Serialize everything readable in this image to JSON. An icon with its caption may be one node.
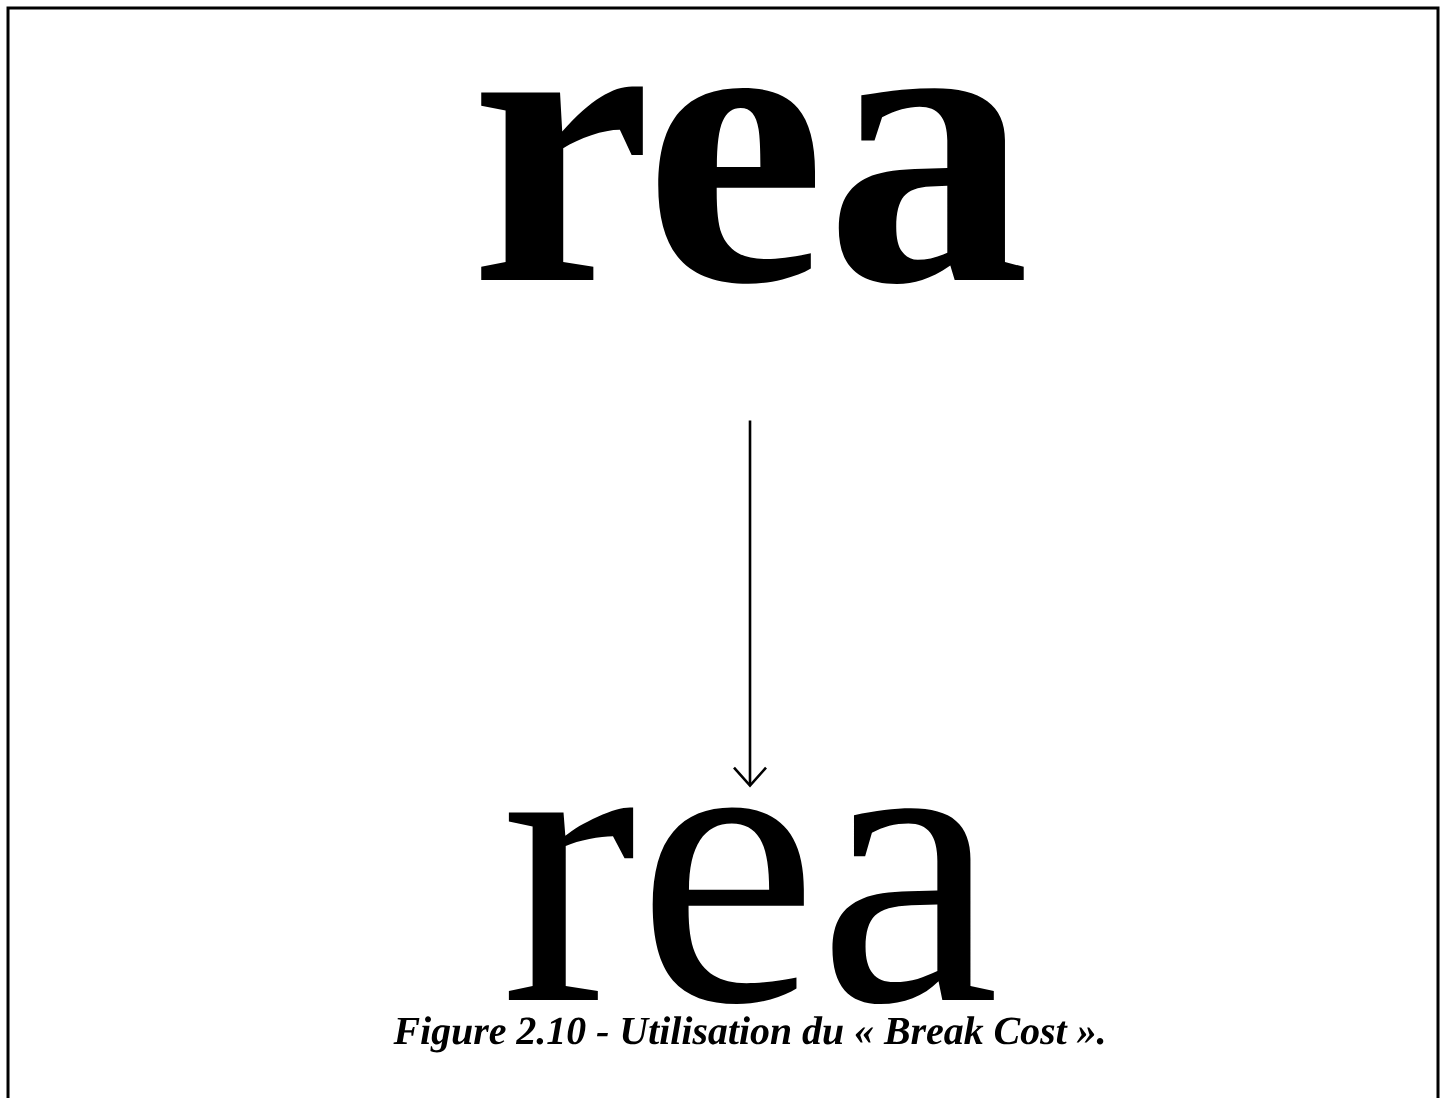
{
  "diagram": {
    "caption": "Figure 2.10 - Utilisation du « Break Cost ».",
    "nodes": [
      {
        "text": [
          "rea"
        ]
      },
      {
        "text": [
          "rea"
        ]
      }
    ],
    "edges": [
      {
        "from": 0,
        "to": 1,
        "arrow": "to"
      }
    ]
  }
}
